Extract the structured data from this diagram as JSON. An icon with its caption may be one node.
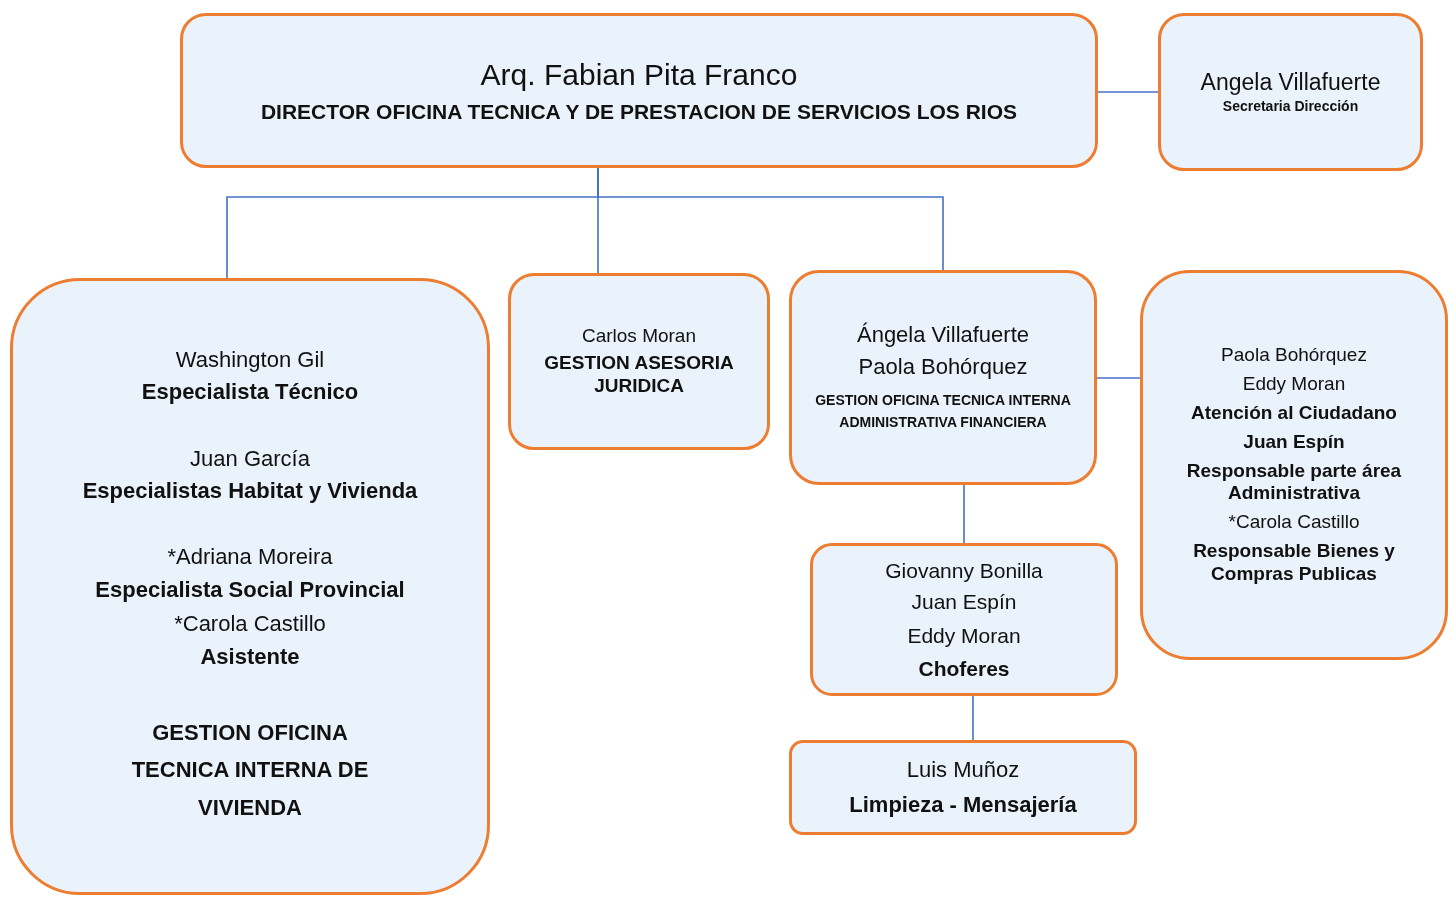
{
  "diagram": {
    "nodes": [
      {
        "text": [
          "Arq. Fabian Pita Franco",
          "DIRECTOR OFICINA TECNICA Y DE PRESTACION DE SERVICIOS LOS RIOS"
        ]
      },
      {
        "text": [
          "Angela Villafuerte",
          "Secretaria Dirección"
        ]
      },
      {
        "text": [
          "Washington Gil",
          "Especialista Técnico",
          "Juan García",
          "Especialistas Habitat y Vivienda",
          "*Adriana Moreira",
          "Especialista Social Provincial",
          "*Carola Castillo",
          "Asistente",
          "GESTION OFICINA TECNICA INTERNA DE VIVIENDA"
        ]
      },
      {
        "text": [
          "Carlos Moran",
          "GESTION ASESORIA JURIDICA"
        ]
      },
      {
        "text": [
          "Ángela Villafuerte",
          "Paola Bohórquez",
          "GESTION OFICINA TECNICA INTERNA ADMINISTRATIVA FINANCIERA"
        ]
      },
      {
        "text": [
          "Paola Bohórquez",
          "Eddy Moran",
          "Atención al Ciudadano",
          "Juan Espín",
          "Responsable parte área Administrativa",
          "*Carola Castillo",
          "Responsable Bienes y Compras Publicas"
        ]
      },
      {
        "text": [
          "Giovanny Bonilla",
          "Juan Espín",
          "Eddy Moran",
          "Choferes"
        ]
      },
      {
        "text": [
          "Luis Muñoz",
          "Limpieza - Mensajería"
        ]
      }
    ],
    "edges": [
      {
        "from": 0,
        "to": 1,
        "arrow": "none"
      },
      {
        "from": 0,
        "to": 2,
        "arrow": "none"
      },
      {
        "from": 0,
        "to": 3,
        "arrow": "none"
      },
      {
        "from": 0,
        "to": 4,
        "arrow": "none"
      },
      {
        "from": 4,
        "to": 5,
        "arrow": "none"
      },
      {
        "from": 4,
        "to": 6,
        "arrow": "none"
      },
      {
        "from": 6,
        "to": 7,
        "arrow": "none"
      }
    ]
  }
}
